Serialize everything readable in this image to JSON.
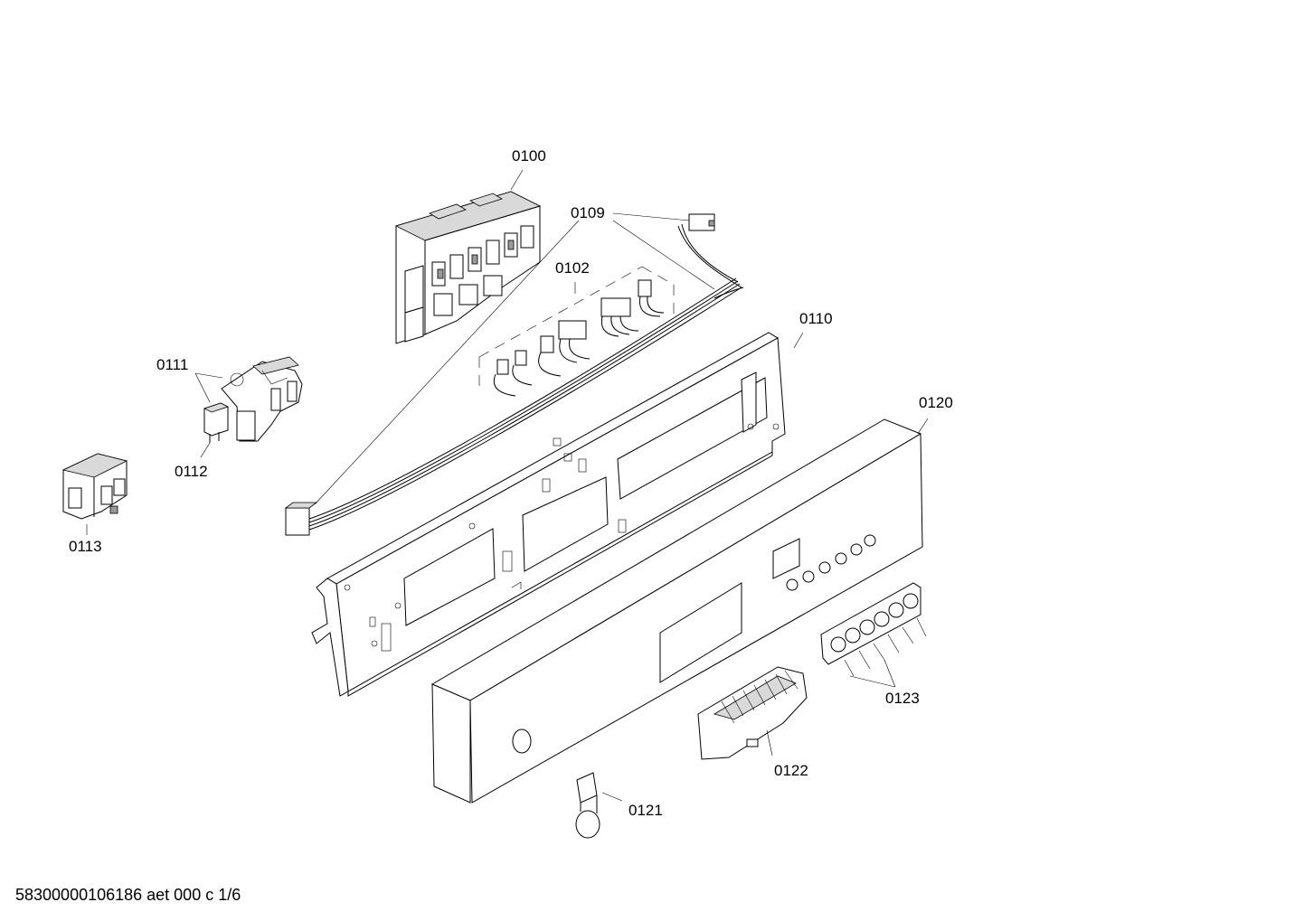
{
  "diagram": {
    "parts": [
      {
        "id": "p0100",
        "label": "0100"
      },
      {
        "id": "p0109",
        "label": "0109"
      },
      {
        "id": "p0102",
        "label": "0102"
      },
      {
        "id": "p0110",
        "label": "0110"
      },
      {
        "id": "p0111",
        "label": "0111"
      },
      {
        "id": "p0112",
        "label": "0112"
      },
      {
        "id": "p0113",
        "label": "0113"
      },
      {
        "id": "p0120",
        "label": "0120"
      },
      {
        "id": "p0123",
        "label": "0123"
      },
      {
        "id": "p0122",
        "label": "0122"
      },
      {
        "id": "p0121",
        "label": "0121"
      }
    ]
  },
  "footer": {
    "text": "58300000106186 aet 000 c 1/6"
  }
}
